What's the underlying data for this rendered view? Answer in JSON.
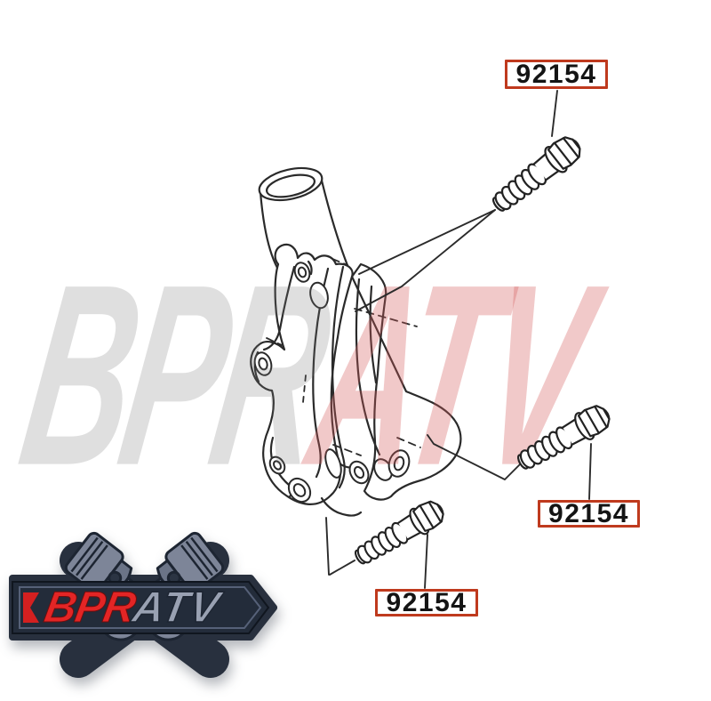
{
  "diagram": {
    "part_labels": [
      "92154",
      "92154",
      "92154"
    ],
    "part_label_border_color": "#bf3a1e",
    "line_color": "#2a2a2a",
    "bolt_icon": "flange-bolt-icon",
    "cover_icon": "water-pump-cover-icon"
  },
  "watermark": {
    "first": "BPR",
    "second": "ATV",
    "first_color": "#e3e3e3",
    "second_color": "#efb9b9"
  },
  "logo": {
    "first": "BPR",
    "second": "ATV",
    "first_color": "#e32525",
    "second_color": "#99a1b2",
    "base_color": "#28303e"
  }
}
